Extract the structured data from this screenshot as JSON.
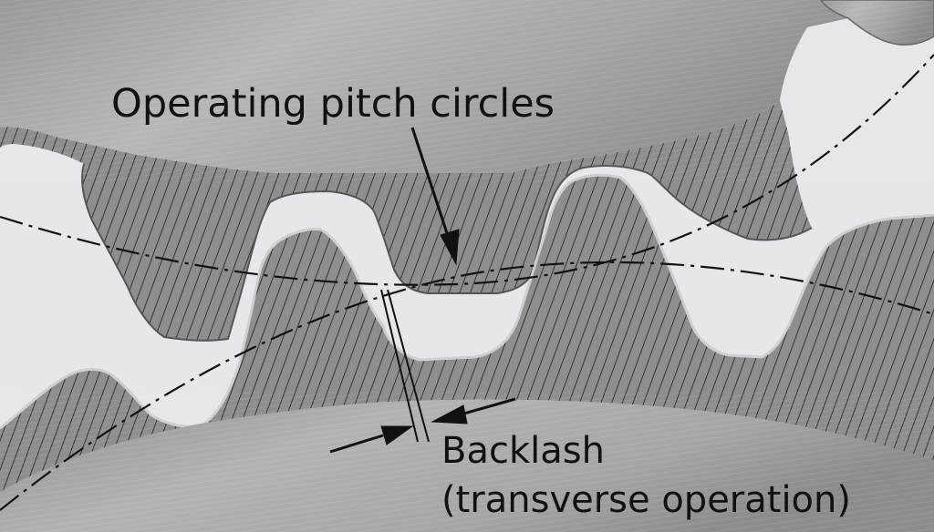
{
  "labels": {
    "pitch_circles": "Operating pitch circles",
    "backlash_line1": "Backlash",
    "backlash_line2": "(transverse operation)"
  },
  "colors": {
    "background": "#e6e7ea",
    "metal_light": "#a9a9a9",
    "metal_dark": "#6e6e6e",
    "hatch": "#1a1a1a",
    "lines": "#111111"
  }
}
